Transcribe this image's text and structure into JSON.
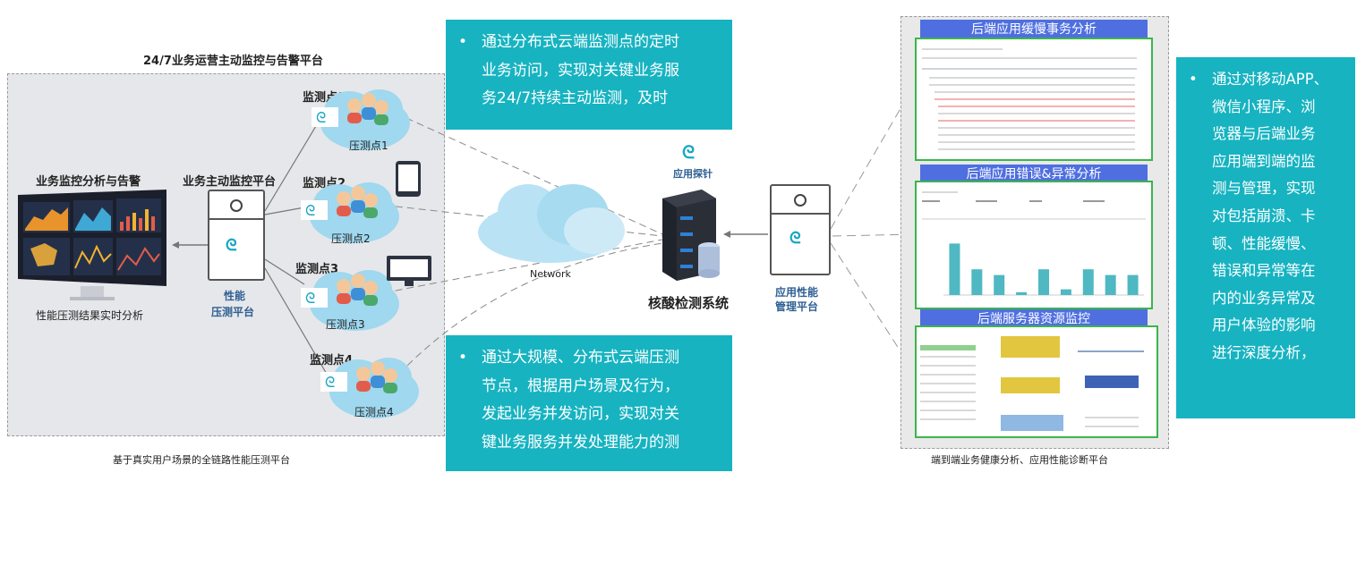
{
  "left": {
    "top_title": "24/7业务运营主动监控与告警平台",
    "bottom_title": "基于真实用户场景的全链路性能压测平台",
    "monitor_title": "业务监控分析与告警",
    "monitor_caption": "性能压测结果实时分析",
    "active_platform": "业务主动监控平台",
    "perf_platform_l1": "性能",
    "perf_platform_l2": "压测平台",
    "nodes": [
      {
        "monitor": "监测点1",
        "pressure": "压测点1"
      },
      {
        "monitor": "监测点2",
        "pressure": "压测点2"
      },
      {
        "monitor": "监测点3",
        "pressure": "压测点3"
      },
      {
        "monitor": "监测点4",
        "pressure": "压测点4"
      }
    ]
  },
  "center": {
    "network": "Network",
    "probe": "应用探针",
    "core_system": "核酸检测系统",
    "apm_l1": "应用性能",
    "apm_l2": "管理平台"
  },
  "callouts": {
    "top": [
      "通过分布式云端监测点的定时",
      "业务访问，实现对关键业务服",
      "务24/7持续主动监测，及时"
    ],
    "bottom": [
      "通过大规模、分布式云端压测",
      "节点，根据用户场景及行为，",
      "发起业务并发访问，实现对关",
      "键业务服务并发处理能力的测"
    ],
    "right": [
      "通过对移动APP、",
      "微信小程序、浏",
      "览器与后端业务",
      "应用端到端的监",
      "测与管理，实现",
      "对包括崩溃、卡",
      "顿、性能缓慢、",
      "错误和异常等在",
      "内的业务异常及",
      "用户体验的影响",
      "进行深度分析，"
    ],
    "bullet": "•"
  },
  "right": {
    "shot1_title": "后端应用缓慢事务分析",
    "shot2_title": "后端应用错误&异常分析",
    "shot3_title": "后端服务器资源监控",
    "bottom_title": "端到端业务健康分析、应用性能诊断平台"
  },
  "mini_chart": {
    "type": "bar",
    "values": [
      18,
      9,
      7,
      1,
      9,
      2,
      9,
      7,
      7
    ],
    "ylim": [
      0,
      20
    ]
  },
  "colors": {
    "teal": "#17b3c1",
    "title_blue": "#4f6fe0",
    "frame_green": "#3bb54a",
    "cloud_blue": "#9fd8ef"
  }
}
